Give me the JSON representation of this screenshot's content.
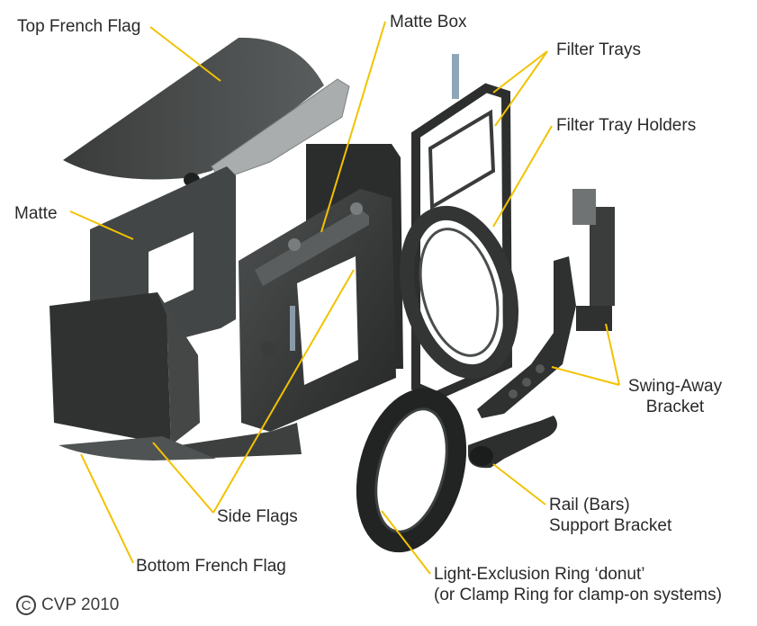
{
  "labels": {
    "top_french_flag": "Top French Flag",
    "matte_box": "Matte Box",
    "filter_trays": "Filter Trays",
    "filter_tray_holders": "Filter Tray Holders",
    "matte": "Matte",
    "swing_away_line1": "Swing-Away",
    "swing_away_line2": "Bracket",
    "side_flags": "Side Flags",
    "rail_line1": "Rail (Bars)",
    "rail_line2": "Support Bracket",
    "bottom_french_flag": "Bottom French Flag",
    "ring_line1": "Light-Exclusion Ring ‘donut’",
    "ring_line2": "(or Clamp Ring for clamp-on systems)"
  },
  "copyright": {
    "symbol": "C",
    "text": "CVP 2010"
  },
  "colors": {
    "leader_line": "#f2c200",
    "part_dark": "#2f3030",
    "part_mid": "#454747",
    "part_light": "#5b5e5e",
    "metal": "#a9adad"
  }
}
